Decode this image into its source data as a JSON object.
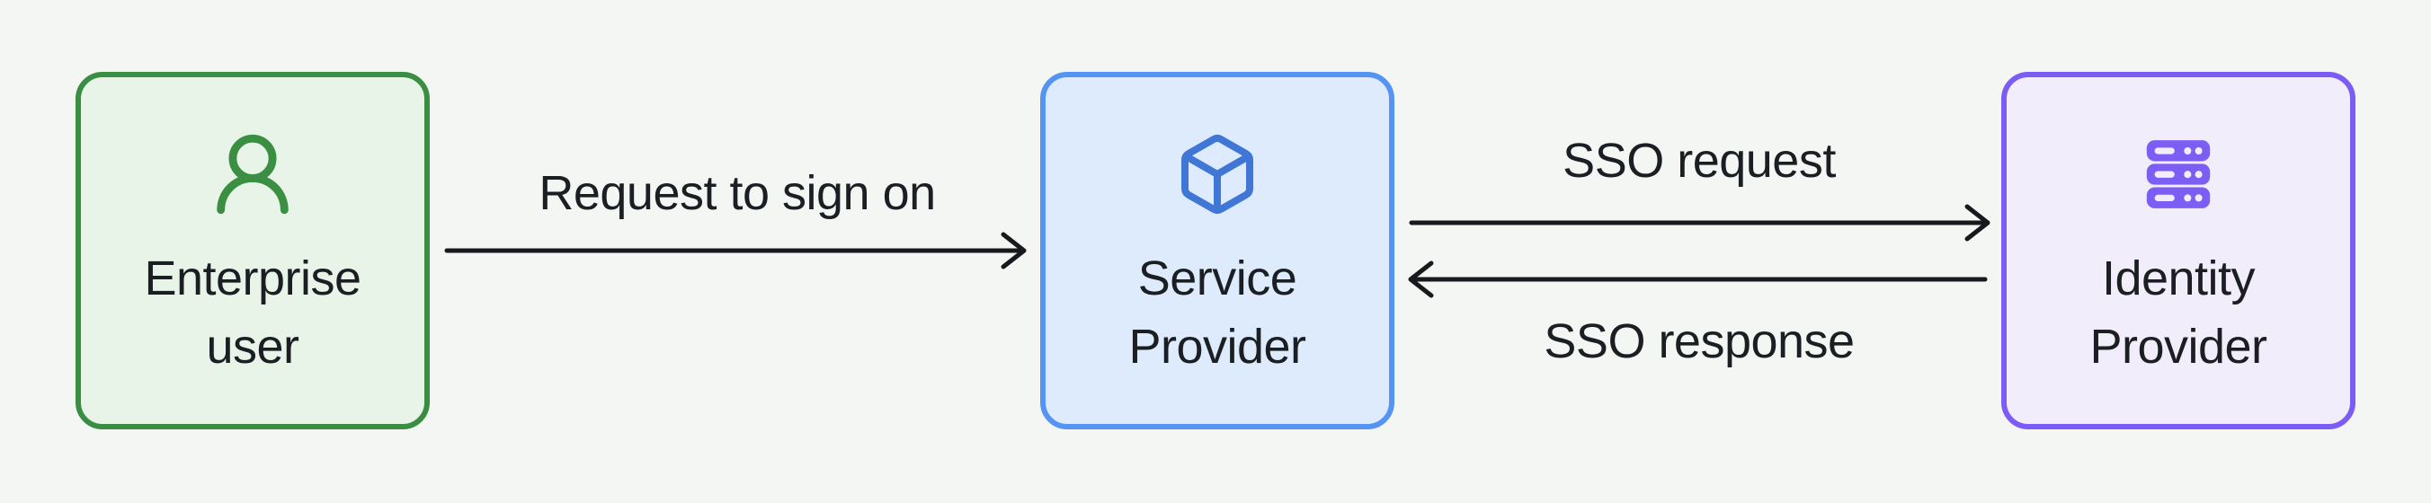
{
  "diagram": {
    "type": "flow",
    "nodes": [
      {
        "id": "enterprise-user",
        "lines": [
          "Enterprise",
          "user"
        ],
        "icon": "user-icon",
        "accent": "green"
      },
      {
        "id": "service-provider",
        "lines": [
          "Service",
          "Provider"
        ],
        "icon": "box-icon",
        "accent": "blue"
      },
      {
        "id": "identity-provider",
        "lines": [
          "Identity",
          "Provider"
        ],
        "icon": "server-icon",
        "accent": "purple"
      }
    ],
    "edges": [
      {
        "label": "Request to sign on",
        "from": "enterprise-user",
        "to": "service-provider",
        "direction": "right"
      },
      {
        "label": "SSO request",
        "from": "service-provider",
        "to": "identity-provider",
        "direction": "right"
      },
      {
        "label": "SSO response",
        "from": "identity-provider",
        "to": "service-provider",
        "direction": "left"
      }
    ]
  },
  "theme": {
    "canvas-bg": "#f4f6f3",
    "text": "#1b1f23",
    "arrow": "#17191c",
    "green-border": "#3a8e43",
    "green-fill": "#e9f4e9",
    "green-icon": "#3a8f42",
    "blue-border": "#5694f3",
    "blue-fill": "#ddebfc",
    "blue-icon": "#4076d6",
    "purple-border": "#7b5cf5",
    "purple-fill": "#f2edfb",
    "purple-icon": "#7c5ef5"
  }
}
